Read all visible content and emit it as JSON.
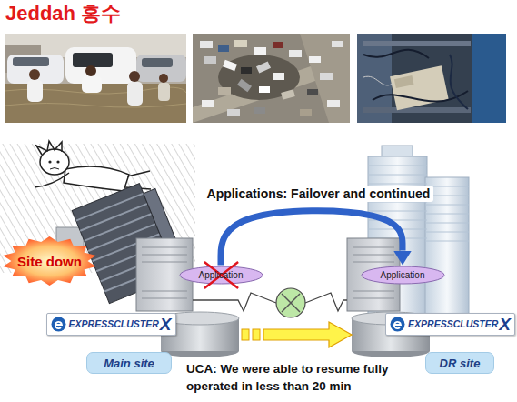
{
  "diagram": {
    "title": "Jeddah 홍수",
    "nodes": [
      {
        "text": [
          "Site down"
        ]
      },
      {
        "text": [
          "Application"
        ]
      },
      {
        "text": [
          "Application"
        ]
      },
      {
        "text": [
          "EXPRESSCLUSTER",
          "X"
        ]
      },
      {
        "text": [
          "EXPRESSCLUSTER",
          "X"
        ]
      },
      {
        "text": [
          "Main site"
        ]
      },
      {
        "text": [
          "DR site"
        ]
      }
    ],
    "edges": [
      {
        "from": 1,
        "to": 2,
        "arrow": "to",
        "label": "Applications: Failover and continued"
      }
    ],
    "labels": [
      "UCA: We were able to resume fully operated in less than 20 min"
    ]
  }
}
